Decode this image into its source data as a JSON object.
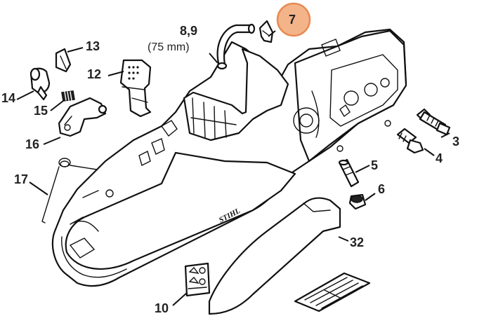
{
  "diagram": {
    "highlight_color": "#f4b48a",
    "highlighted_callout": "7",
    "brand_logo": "STIHL",
    "callouts": {
      "c13": "13",
      "c12": "12",
      "c14": "14",
      "c15": "15",
      "c16": "16",
      "c17": "17",
      "c89": "8,9",
      "c89_note": "(75 mm)",
      "c7": "7",
      "c3": "3",
      "c4": "4",
      "c5": "5",
      "c6": "6",
      "c32": "32",
      "c10": "10"
    }
  }
}
